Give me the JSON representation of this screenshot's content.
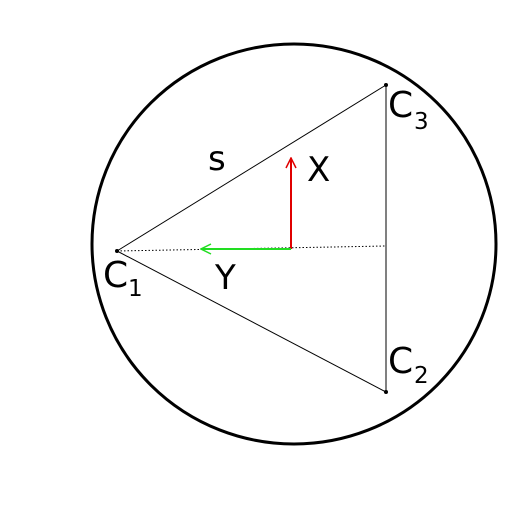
{
  "diagram": {
    "vertex_labels": {
      "c1": {
        "letter": "C",
        "subscript": "1"
      },
      "c2": {
        "letter": "C",
        "subscript": "2"
      },
      "c3": {
        "letter": "C",
        "subscript": "3"
      }
    },
    "side_label": "s",
    "x_axis_label": "X",
    "y_axis_label": "Y",
    "colors": {
      "outline": "#000000",
      "x_axis": "#e00000",
      "y_axis": "#22dd22",
      "background": "#ffffff"
    }
  }
}
